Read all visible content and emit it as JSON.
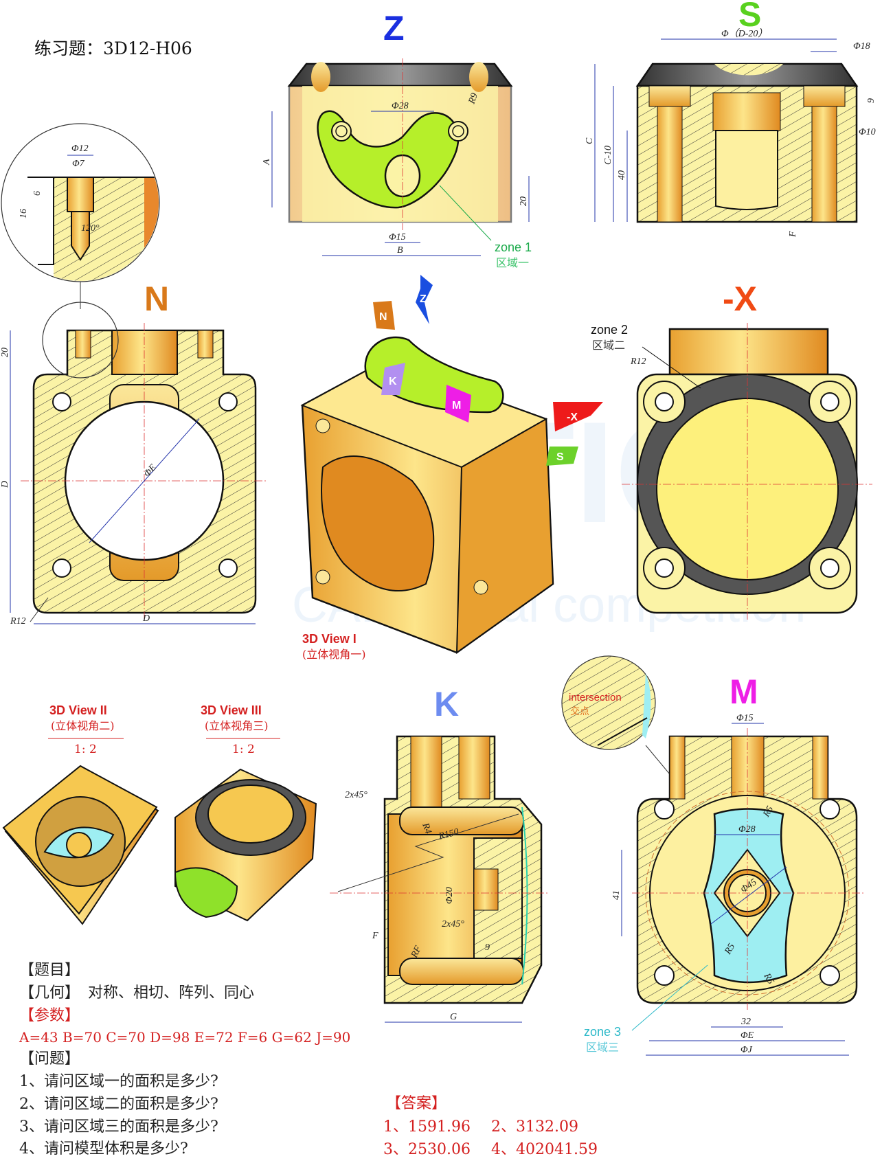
{
  "title": "练习题：3D12-H06",
  "views": {
    "z": {
      "label": "Z",
      "color": "#1a2fe0",
      "dims": [
        "Φ28",
        "R9",
        "Φ15",
        "B",
        "A",
        "20"
      ],
      "zone_en": "zone 1",
      "zone_cn": "区域一"
    },
    "s": {
      "label": "S",
      "color": "#59d11f",
      "dims": [
        "Φ（D-20）",
        "Φ18",
        "9",
        "Φ10",
        "C",
        "C-10",
        "40",
        "F"
      ]
    },
    "detail": {
      "dims": [
        "Φ12",
        "Φ7",
        "6",
        "16",
        "120°"
      ]
    },
    "n": {
      "label": "N",
      "color": "#d9791a",
      "dims": [
        "20",
        "D",
        "ΦE",
        "R12",
        "D"
      ]
    },
    "negx": {
      "label": "-X",
      "color": "#f04a14",
      "dims": [
        "R12"
      ],
      "zone_en": "zone 2",
      "zone_cn": "区域二"
    },
    "k": {
      "label": "K",
      "color": "#6d8cf0",
      "dims": [
        "2x45°",
        "R4",
        "R150",
        "Φ20",
        "2x45°",
        "F",
        "RF",
        "9",
        "G"
      ]
    },
    "m": {
      "label": "M",
      "color": "#ee1ee6",
      "dims": [
        "Φ15",
        "R5",
        "Φ28",
        "Φ45",
        "41",
        "R5",
        "R5",
        "32",
        "ΦE",
        "ΦJ"
      ],
      "zone_en": "zone 3",
      "zone_cn": "区域三"
    },
    "intersection": {
      "en": "intersection",
      "cn": "交点"
    },
    "iso1": {
      "title": "3D View I",
      "subtitle": "(立体视角一)",
      "tags": [
        "Z",
        "N",
        "K",
        "M",
        "-X",
        "S"
      ]
    },
    "iso2": {
      "title": "3D View II",
      "subtitle": "(立体视角二)",
      "scale": "1: 2"
    },
    "iso3": {
      "title": "3D View III",
      "subtitle": "(立体视角三)",
      "scale": "1: 2"
    }
  },
  "watermark": {
    "brand": "CaTICs",
    "tagline": "CAD digital competition"
  },
  "problem": {
    "heading": "【题目】",
    "geometry_label": "【几何】",
    "geometry": "对称、相切、阵列、同心",
    "params_label": "【参数】",
    "params": "A=43 B=70 C=70 D=98 E=72 F=6 G=62 J=90",
    "questions_label": "【问题】",
    "questions": [
      "1、请问区域一的面积是多少?",
      "2、请问区域二的面积是多少?",
      "3、请问区域三的面积是多少?",
      "4、请问模型体积是多少?"
    ]
  },
  "answers": {
    "label": "【答案】",
    "items": [
      "1、1591.96",
      "2、3132.09",
      "3、2530.06",
      "4、402041.59"
    ]
  },
  "colors": {
    "body": "#fbf3a6",
    "zone1": "#b6ef2a",
    "zone2": "#555555",
    "zone3": "#9eeef2",
    "answer": "#d42020"
  }
}
